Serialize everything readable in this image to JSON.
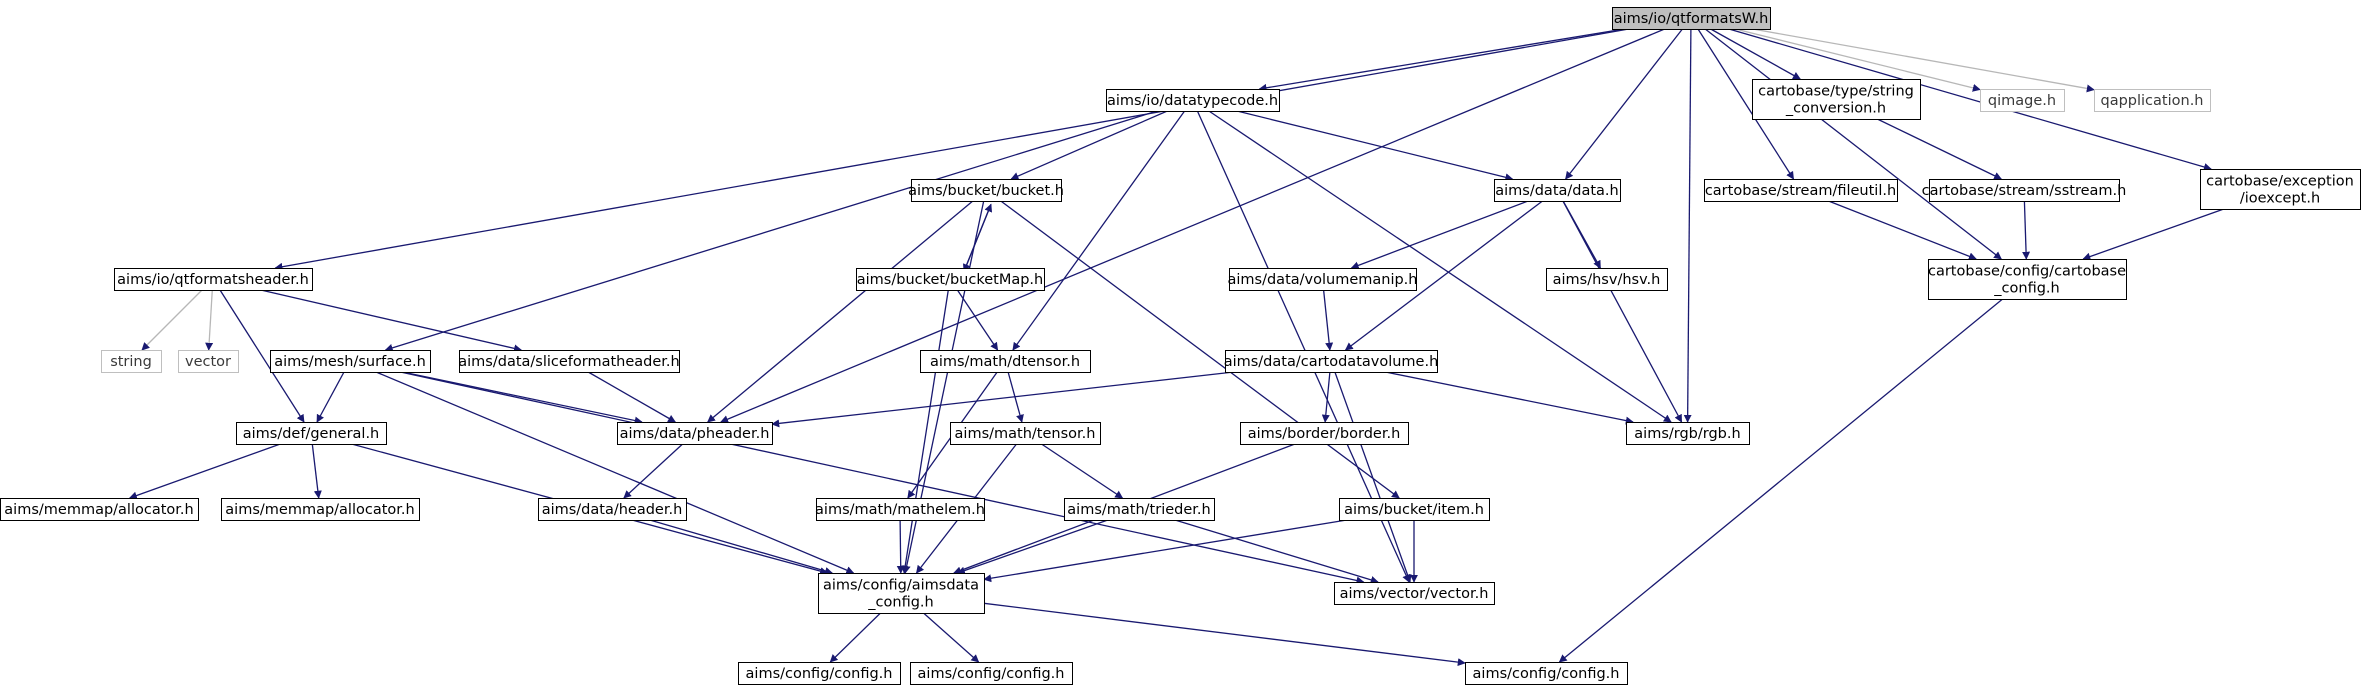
{
  "colors": {
    "edge": "#191970",
    "box": "#000000",
    "box_external": "#bfbfbf",
    "root_fill": "#bfbfbf",
    "node_fill": "#ffffff"
  },
  "nodes": {
    "root": {
      "lines": [
        "aims/io/qtformatsW.h"
      ],
      "kind": "root"
    },
    "datatypecode": {
      "lines": [
        "aims/io/datatypecode.h"
      ],
      "kind": "normal"
    },
    "typeconv": {
      "lines": [
        "cartobase/type/string",
        "_conversion.h"
      ],
      "kind": "normal"
    },
    "qimage": {
      "lines": [
        "qimage.h"
      ],
      "kind": "external"
    },
    "qapplication": {
      "lines": [
        "qapplication.h"
      ],
      "kind": "external"
    },
    "bucket": {
      "lines": [
        "aims/bucket/bucket.h"
      ],
      "kind": "normal"
    },
    "datadata": {
      "lines": [
        "aims/data/data.h"
      ],
      "kind": "normal"
    },
    "fileutil": {
      "lines": [
        "cartobase/stream/fileutil.h"
      ],
      "kind": "normal"
    },
    "sstream": {
      "lines": [
        "cartobase/stream/sstream.h"
      ],
      "kind": "normal"
    },
    "ioexcept": {
      "lines": [
        "cartobase/exception",
        "/ioexcept.h"
      ],
      "kind": "normal"
    },
    "cbconfig": {
      "lines": [
        "cartobase/config/cartobase",
        "_config.h"
      ],
      "kind": "normal"
    },
    "qtheader": {
      "lines": [
        "aims/io/qtformatsheader.h"
      ],
      "kind": "normal"
    },
    "bucketmap": {
      "lines": [
        "aims/bucket/bucketMap.h"
      ],
      "kind": "normal"
    },
    "volumemanip": {
      "lines": [
        "aims/data/volumemanip.h"
      ],
      "kind": "normal"
    },
    "hsv": {
      "lines": [
        "aims/hsv/hsv.h"
      ],
      "kind": "normal"
    },
    "string": {
      "lines": [
        "string"
      ],
      "kind": "external"
    },
    "vector": {
      "lines": [
        "vector"
      ],
      "kind": "external"
    },
    "surface": {
      "lines": [
        "aims/mesh/surface.h"
      ],
      "kind": "normal"
    },
    "sliceheader": {
      "lines": [
        "aims/data/sliceformatheader.h"
      ],
      "kind": "normal"
    },
    "dtensor": {
      "lines": [
        "aims/math/dtensor.h"
      ],
      "kind": "normal"
    },
    "cartovol": {
      "lines": [
        "aims/data/cartodatavolume.h"
      ],
      "kind": "normal"
    },
    "general": {
      "lines": [
        "aims/def/general.h"
      ],
      "kind": "normal"
    },
    "pheader": {
      "lines": [
        "aims/data/pheader.h"
      ],
      "kind": "normal"
    },
    "tensor": {
      "lines": [
        "aims/math/tensor.h"
      ],
      "kind": "normal"
    },
    "border": {
      "lines": [
        "aims/border/border.h"
      ],
      "kind": "normal"
    },
    "rgb": {
      "lines": [
        "aims/rgb/rgb.h"
      ],
      "kind": "normal"
    },
    "alloc1": {
      "lines": [
        "aims/memmap/allocator.h"
      ],
      "kind": "normal"
    },
    "alloc2": {
      "lines": [
        "aims/memmap/allocator.h"
      ],
      "kind": "normal"
    },
    "dataheader": {
      "lines": [
        "aims/data/header.h"
      ],
      "kind": "normal"
    },
    "mathelem": {
      "lines": [
        "aims/math/mathelem.h"
      ],
      "kind": "normal"
    },
    "trieder": {
      "lines": [
        "aims/math/trieder.h"
      ],
      "kind": "normal"
    },
    "item": {
      "lines": [
        "aims/bucket/item.h"
      ],
      "kind": "normal"
    },
    "aimsconfig": {
      "lines": [
        "aims/config/aimsdata",
        "_config.h"
      ],
      "kind": "normal"
    },
    "vecvec": {
      "lines": [
        "aims/vector/vector.h"
      ],
      "kind": "normal"
    },
    "config1": {
      "lines": [
        "aims/config/config.h"
      ],
      "kind": "normal"
    },
    "config2": {
      "lines": [
        "aims/config/config.h"
      ],
      "kind": "normal"
    },
    "config3": {
      "lines": [
        "aims/config/config.h"
      ],
      "kind": "normal"
    }
  },
  "edges": [
    {
      "from": "root",
      "to": "datatypecode"
    },
    {
      "from": "root",
      "to": "typeconv"
    },
    {
      "from": "root",
      "to": "qimage"
    },
    {
      "from": "root",
      "to": "qapplication"
    },
    {
      "from": "root",
      "to": "qtheader"
    },
    {
      "from": "root",
      "to": "pheader"
    },
    {
      "from": "root",
      "to": "datadata"
    },
    {
      "from": "root",
      "to": "fileutil"
    },
    {
      "from": "root",
      "to": "rgb"
    },
    {
      "from": "root",
      "to": "ioexcept"
    },
    {
      "from": "root",
      "to": "cbconfig"
    },
    {
      "from": "datatypecode",
      "to": "bucket"
    },
    {
      "from": "datatypecode",
      "to": "datadata"
    },
    {
      "from": "datatypecode",
      "to": "surface"
    },
    {
      "from": "datatypecode",
      "to": "dtensor"
    },
    {
      "from": "datatypecode",
      "to": "rgb"
    },
    {
      "from": "datatypecode",
      "to": "vecvec"
    },
    {
      "from": "typeconv",
      "to": "sstream"
    },
    {
      "from": "fileutil",
      "to": "cbconfig"
    },
    {
      "from": "sstream",
      "to": "cbconfig"
    },
    {
      "from": "ioexcept",
      "to": "cbconfig"
    },
    {
      "from": "cbconfig",
      "to": "config3"
    },
    {
      "from": "bucket",
      "to": "bucketmap"
    },
    {
      "from": "bucketmap",
      "to": "bucket"
    },
    {
      "from": "bucket",
      "to": "pheader"
    },
    {
      "from": "bucket",
      "to": "aimsconfig"
    },
    {
      "from": "bucket",
      "to": "item"
    },
    {
      "from": "bucketmap",
      "to": "dtensor"
    },
    {
      "from": "bucketmap",
      "to": "aimsconfig"
    },
    {
      "from": "datadata",
      "to": "volumemanip"
    },
    {
      "from": "datadata",
      "to": "hsv"
    },
    {
      "from": "datadata",
      "to": "cartovol"
    },
    {
      "from": "datadata",
      "to": "rgb"
    },
    {
      "from": "volumemanip",
      "to": "cartovol"
    },
    {
      "from": "cartovol",
      "to": "pheader"
    },
    {
      "from": "cartovol",
      "to": "border"
    },
    {
      "from": "cartovol",
      "to": "rgb"
    },
    {
      "from": "cartovol",
      "to": "vecvec"
    },
    {
      "from": "qtheader",
      "to": "string"
    },
    {
      "from": "qtheader",
      "to": "vector"
    },
    {
      "from": "qtheader",
      "to": "general"
    },
    {
      "from": "qtheader",
      "to": "sliceheader"
    },
    {
      "from": "surface",
      "to": "general"
    },
    {
      "from": "surface",
      "to": "pheader"
    },
    {
      "from": "surface",
      "to": "aimsconfig"
    },
    {
      "from": "surface",
      "to": "vecvec"
    },
    {
      "from": "sliceheader",
      "to": "pheader"
    },
    {
      "from": "general",
      "to": "alloc1"
    },
    {
      "from": "general",
      "to": "alloc2"
    },
    {
      "from": "general",
      "to": "aimsconfig"
    },
    {
      "from": "pheader",
      "to": "dataheader"
    },
    {
      "from": "dataheader",
      "to": "aimsconfig"
    },
    {
      "from": "dtensor",
      "to": "tensor"
    },
    {
      "from": "dtensor",
      "to": "mathelem"
    },
    {
      "from": "tensor",
      "to": "trieder"
    },
    {
      "from": "tensor",
      "to": "aimsconfig"
    },
    {
      "from": "mathelem",
      "to": "aimsconfig"
    },
    {
      "from": "trieder",
      "to": "aimsconfig"
    },
    {
      "from": "trieder",
      "to": "vecvec"
    },
    {
      "from": "border",
      "to": "aimsconfig"
    },
    {
      "from": "item",
      "to": "aimsconfig"
    },
    {
      "from": "item",
      "to": "vecvec"
    },
    {
      "from": "aimsconfig",
      "to": "config1"
    },
    {
      "from": "aimsconfig",
      "to": "config2"
    },
    {
      "from": "aimsconfig",
      "to": "config3"
    }
  ]
}
